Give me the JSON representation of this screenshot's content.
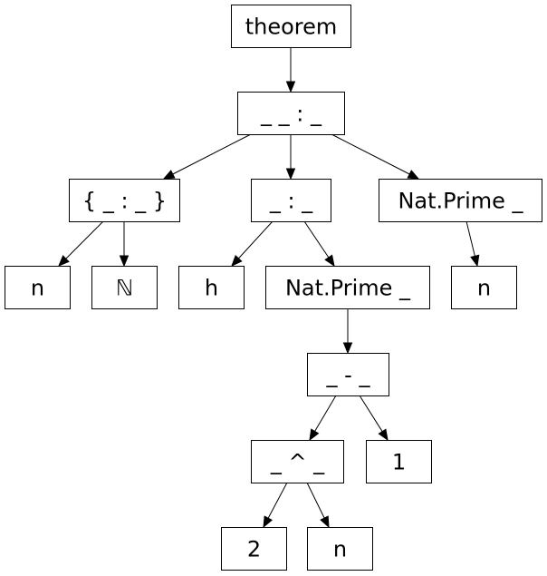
{
  "diagram": {
    "nodes": [
      {
        "id": "theorem",
        "label": "theorem"
      },
      {
        "id": "typing",
        "label": "_ _ : _"
      },
      {
        "id": "binder",
        "label": "{ _ : _ }"
      },
      {
        "id": "hyp",
        "label": "_ : _"
      },
      {
        "id": "goal-prime",
        "label": "Nat.Prime _"
      },
      {
        "id": "var-n-1",
        "label": "n"
      },
      {
        "id": "nat-type",
        "label": "ℕ"
      },
      {
        "id": "var-h",
        "label": "h"
      },
      {
        "id": "hyp-prime",
        "label": "Nat.Prime _"
      },
      {
        "id": "var-n-3",
        "label": "n"
      },
      {
        "id": "sub",
        "label": "_ - _"
      },
      {
        "id": "pow",
        "label": "_ ^ _"
      },
      {
        "id": "lit-1",
        "label": "1"
      },
      {
        "id": "lit-2",
        "label": "2"
      },
      {
        "id": "var-n-2",
        "label": "n"
      }
    ],
    "edges": [
      {
        "from": "theorem",
        "to": "typing"
      },
      {
        "from": "typing",
        "to": "binder"
      },
      {
        "from": "typing",
        "to": "hyp"
      },
      {
        "from": "typing",
        "to": "goal-prime"
      },
      {
        "from": "binder",
        "to": "var-n-1"
      },
      {
        "from": "binder",
        "to": "nat-type"
      },
      {
        "from": "hyp",
        "to": "var-h"
      },
      {
        "from": "hyp",
        "to": "hyp-prime"
      },
      {
        "from": "goal-prime",
        "to": "var-n-3"
      },
      {
        "from": "hyp-prime",
        "to": "sub"
      },
      {
        "from": "sub",
        "to": "pow"
      },
      {
        "from": "sub",
        "to": "lit-1"
      },
      {
        "from": "pow",
        "to": "lit-2"
      },
      {
        "from": "pow",
        "to": "var-n-2"
      }
    ]
  }
}
